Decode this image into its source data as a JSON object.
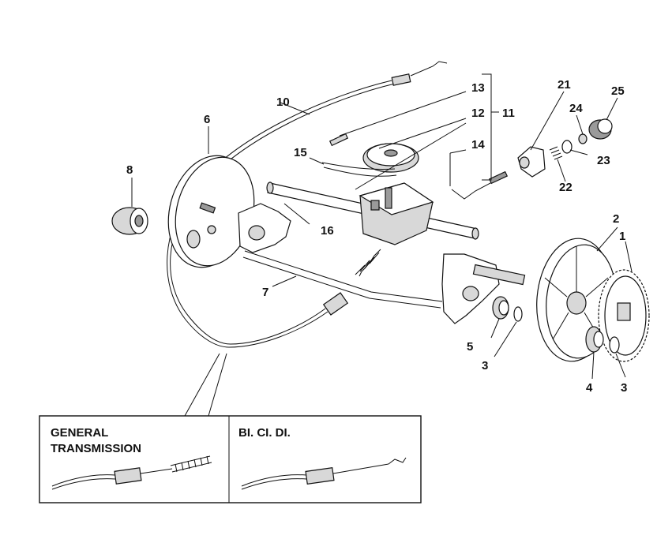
{
  "labels": {
    "p1": "1",
    "p2": "2",
    "p3a": "3",
    "p3b": "3",
    "p4": "4",
    "p5": "5",
    "p6": "6",
    "p7": "7",
    "p8": "8",
    "p10": "10",
    "p11": "11",
    "p12": "12",
    "p13": "13",
    "p14": "14",
    "p15": "15",
    "p16": "16",
    "p21": "21",
    "p22": "22",
    "p23": "23",
    "p24": "24",
    "p25": "25"
  },
  "inset": {
    "left_title_line1": "GENERAL",
    "left_title_line2": "TRANSMISSION",
    "right_title": "BI. CI. DI."
  }
}
